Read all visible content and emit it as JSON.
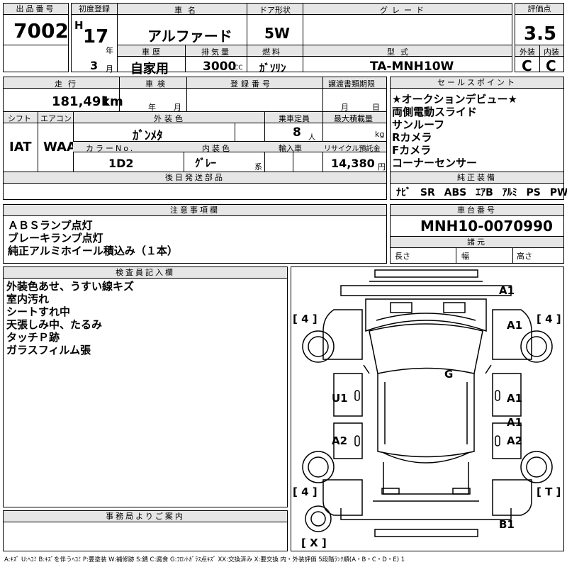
{
  "header": {
    "lot_label": "出品番号",
    "lot": "7002",
    "first_reg_label": "初度登録",
    "era": "H",
    "year": "17",
    "year_unit": "年",
    "month": "3",
    "month_unit": "月",
    "car_name_label": "車名",
    "car_name": "アルファード",
    "door_label": "ドア形状",
    "door": "5W",
    "grade_label": "グレード",
    "grade": "",
    "score_label": "評価点",
    "score": "3.5",
    "history_label": "車歴",
    "history": "自家用",
    "displacement_label": "排気量",
    "displacement": "3000",
    "cc": "CC",
    "fuel_label": "燃料",
    "fuel": "ｶﾞｿﾘﾝ",
    "model_label": "型式",
    "model": "TA-MNH10W",
    "exterior_label": "外装",
    "exterior": "C",
    "interior_label": "内装",
    "interior": "C"
  },
  "row2": {
    "mileage_label": "走行",
    "mileage": "181,491",
    "km": "km",
    "inspection_label": "車検",
    "year_unit": "年",
    "month_unit": "月",
    "reg_label": "登録番号",
    "transfer_label": "譲渡書類期限",
    "day_unit": "日",
    "shift_label": "シフト",
    "shift": "IAT",
    "ac_label": "エアコン",
    "ac": "WAA",
    "color_label": "外装色",
    "color": "ｶﾞﾝﾒﾀ",
    "capacity_label": "乗車定員",
    "capacity": "8",
    "capacity_unit": "人",
    "load_label": "最大積載量",
    "load_unit": "kg",
    "color_no_label": "カラーNo.",
    "color_no": "1D2",
    "interior_color_label": "内装色",
    "interior_color": "ｸﾞﾚｰ",
    "kei": "系",
    "import_label": "輸入車",
    "recycle_label": "リサイクル預託金",
    "recycle": "14,380",
    "yen": "円",
    "later_label": "後日発送部品"
  },
  "sales_points": {
    "label": "セールスポイント",
    "items": [
      "★オークションデビュー★",
      "両側電動スライド",
      "サンルーフ",
      "Rカメラ",
      "Fカメラ",
      "コーナーセンサー"
    ]
  },
  "equipment": {
    "label": "純正装備",
    "items": [
      "ﾅﾋﾞ",
      "SR",
      "ABS",
      "ｴｱB",
      "ｱﾙﾐ",
      "PS",
      "PW"
    ]
  },
  "notes": {
    "label": "注意事項欄",
    "items": [
      "ＡＢＳランプ点灯",
      "ブレーキランプ点灯",
      "純正アルミホイール積込み（１本）"
    ]
  },
  "chassis": {
    "label": "車台番号",
    "number": "MNH10-0070990",
    "spec_label": "諸元",
    "length": "長さ",
    "width": "幅",
    "height": "高さ"
  },
  "inspector": {
    "label": "検査員記入欄",
    "items": [
      "外装色あせ、うすい線キズ",
      "室内汚れ",
      "シートすれ中",
      "天張しみ中、たるみ",
      "タッチＰ跡",
      "ガラスフィルム張"
    ]
  },
  "office": {
    "label": "事務局よりご案内"
  },
  "diagram": {
    "marks": {
      "a1_front": "A1",
      "a1_hood": "A1",
      "g": "G",
      "u1": "U1",
      "a1_right": "A1",
      "a1_right2": "A1",
      "a2_left": "A2",
      "a2_right": "A2",
      "b1": "B1",
      "tire_fl": "[ 4 ]",
      "tire_fr": "[ 4 ]",
      "tire_rl": "[ 4 ]",
      "tire_rr": "[ T ]",
      "spare": "[ X ]"
    }
  },
  "legend": "A:ｷｽﾞ U:ﾍｺﾐ B:ｷｽﾞを伴うﾍｺﾐ P:要塗装 W:補修跡 S:錆 C:腐食 G:ﾌﾛﾝﾄｶﾞﾗｽ点ｷｽﾞ XX:交換済み X:要交換 内・外装評価 5段階ﾗﾝｸ順(A・B・C・D・E) 1"
}
